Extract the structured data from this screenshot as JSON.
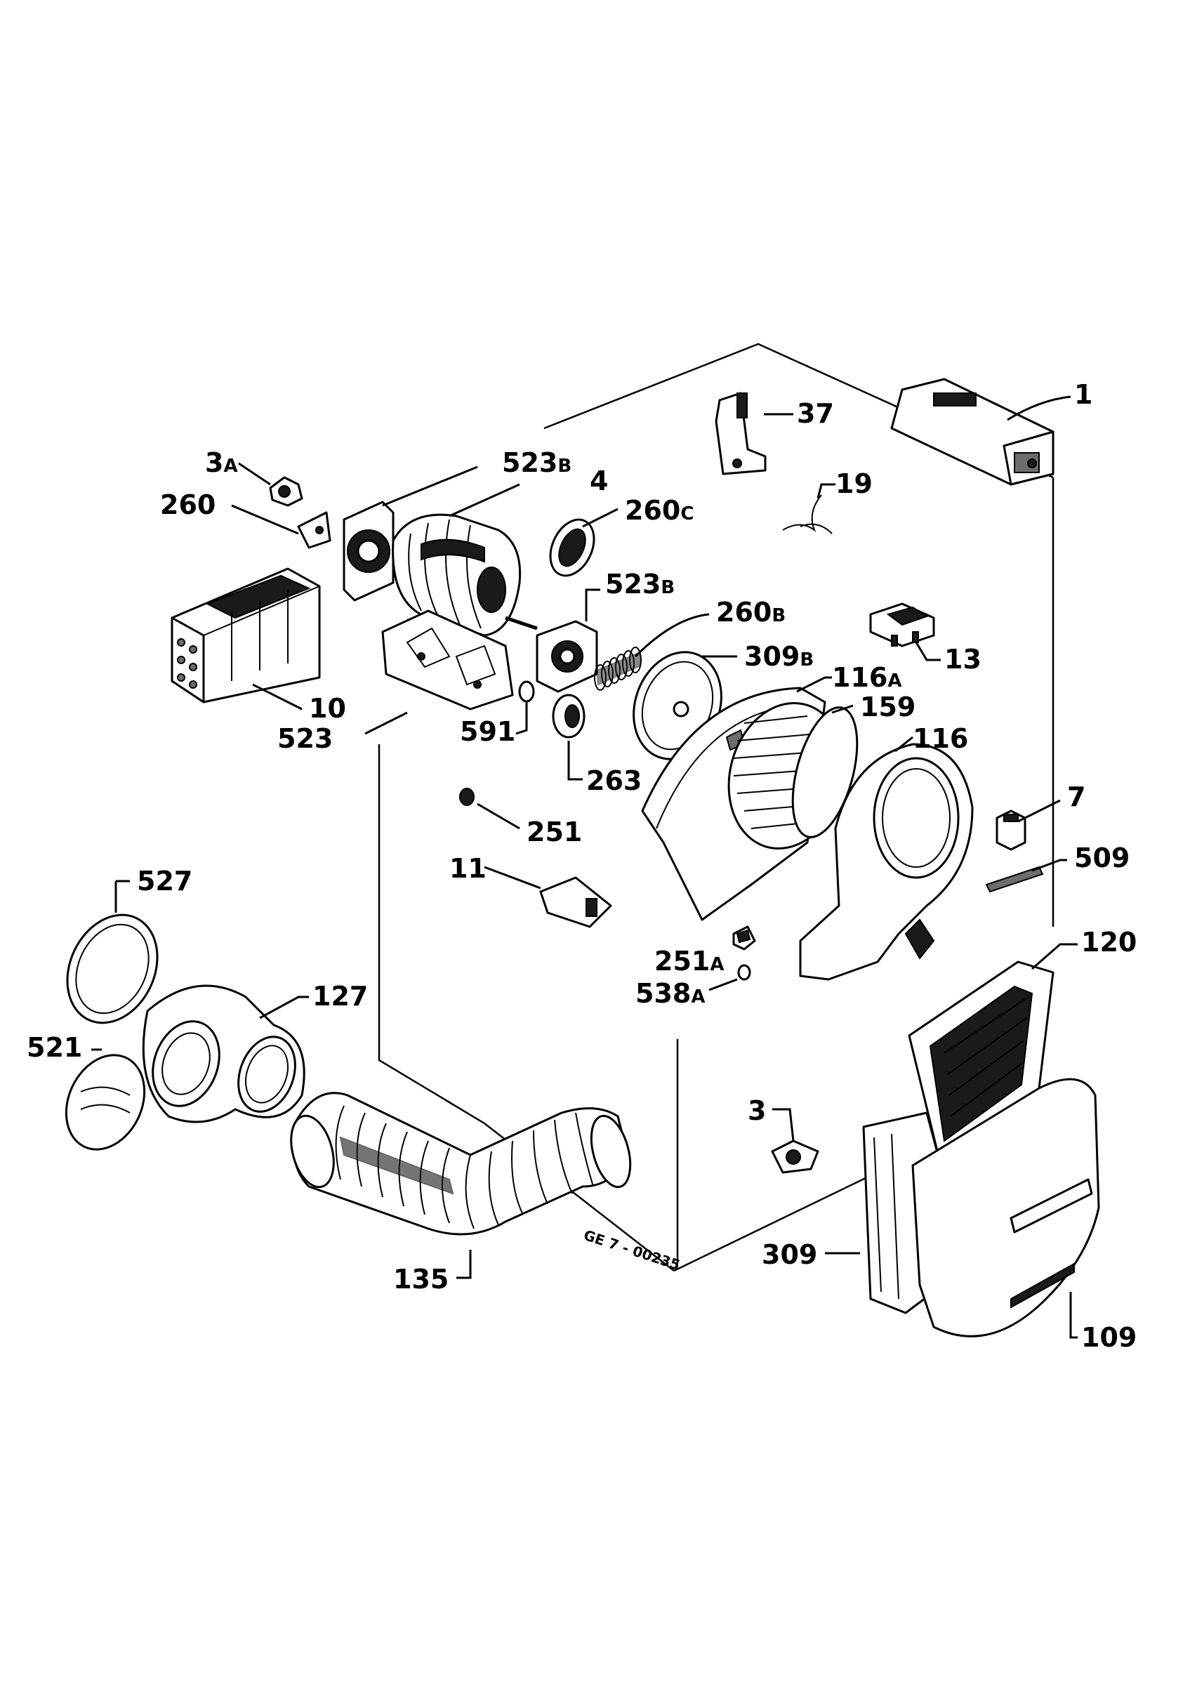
{
  "diagram": {
    "document_code": "GE 7 - 00235",
    "callouts": [
      {
        "id": "1",
        "text": "1"
      },
      {
        "id": "3A",
        "text": "3",
        "suffix": "A"
      },
      {
        "id": "260",
        "text": "260"
      },
      {
        "id": "523B_top",
        "text": "523",
        "suffix": "B"
      },
      {
        "id": "4",
        "text": "4"
      },
      {
        "id": "37",
        "text": "37"
      },
      {
        "id": "19",
        "text": "19"
      },
      {
        "id": "260C",
        "text": "260",
        "suffix": "C"
      },
      {
        "id": "523B_mid",
        "text": "523",
        "suffix": "B"
      },
      {
        "id": "260B",
        "text": "260",
        "suffix": "B"
      },
      {
        "id": "13",
        "text": "13"
      },
      {
        "id": "10",
        "text": "10"
      },
      {
        "id": "523",
        "text": "523"
      },
      {
        "id": "309B",
        "text": "309",
        "suffix": "B"
      },
      {
        "id": "116A",
        "text": "116",
        "suffix": "A"
      },
      {
        "id": "159",
        "text": "159"
      },
      {
        "id": "591",
        "text": "591"
      },
      {
        "id": "263",
        "text": "263"
      },
      {
        "id": "116",
        "text": "116"
      },
      {
        "id": "251",
        "text": "251"
      },
      {
        "id": "7",
        "text": "7"
      },
      {
        "id": "509",
        "text": "509"
      },
      {
        "id": "11",
        "text": "11"
      },
      {
        "id": "527",
        "text": "527"
      },
      {
        "id": "251A",
        "text": "251",
        "suffix": "A"
      },
      {
        "id": "538A",
        "text": "538",
        "suffix": "A"
      },
      {
        "id": "120",
        "text": "120"
      },
      {
        "id": "127",
        "text": "127"
      },
      {
        "id": "521",
        "text": "521"
      },
      {
        "id": "3",
        "text": "3"
      },
      {
        "id": "309",
        "text": "309"
      },
      {
        "id": "135",
        "text": "135"
      },
      {
        "id": "109",
        "text": "109"
      }
    ]
  }
}
